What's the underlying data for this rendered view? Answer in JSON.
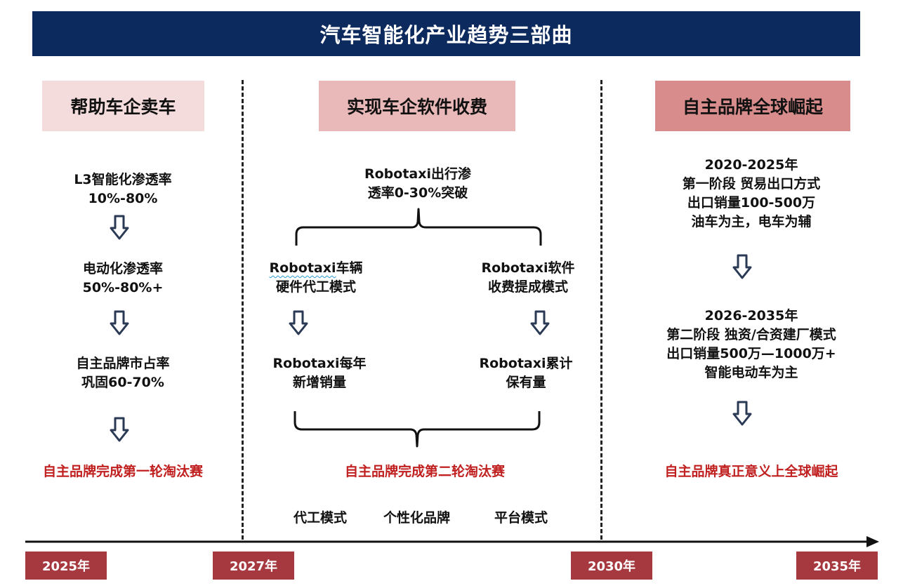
{
  "title": "汽车智能化产业趋势三部曲",
  "colors": {
    "title_bg": "#0d2a5e",
    "stage1_bg": "#f4dcdc",
    "stage2_bg": "#e9b8b8",
    "stage3_bg": "#d98c8c",
    "highlight_red": "#c0201f",
    "year_bg": "#a6393f"
  },
  "stage1": {
    "header": "帮助车企卖车",
    "step1_line1": "L3智能化渗透率",
    "step1_line2": "10%-80%",
    "step2_line1": "电动化渗透率",
    "step2_line2": "50%-80%+",
    "step3_line1": "自主品牌市占率",
    "step3_line2": "巩固60-70%",
    "conclusion": "自主品牌完成第一轮淘汰赛"
  },
  "stage2": {
    "header": "实现车企软件收费",
    "top_line1": "Robotaxi出行渗",
    "top_line2": "透率0-30%突破",
    "left_prefix": "Robotaxi",
    "left_line1_rest": "车辆",
    "left_line2": "硬件代工模式",
    "right_line1": "Robotaxi软件",
    "right_line2": "收费提成模式",
    "left_result_line1": "Robotaxi每年",
    "left_result_line2": "新增销量",
    "right_result_line1": "Robotaxi累计",
    "right_result_line2": "保有量",
    "conclusion": "自主品牌完成第二轮淘汰赛",
    "modes": [
      "代工模式",
      "个性化品牌",
      "平台模式"
    ]
  },
  "stage3": {
    "header": "自主品牌全球崛起",
    "phase1_line1": "2020-2025年",
    "phase1_line2": "第一阶段 贸易出口方式",
    "phase1_line3": "出口销量100-500万",
    "phase1_line4": "油车为主，电车为辅",
    "phase2_line1": "2026-2035年",
    "phase2_line2": "第二阶段  独资/合资建厂模式",
    "phase2_line3": "出口销量500万—1000万+",
    "phase2_line4": "智能电动车为主",
    "conclusion": "自主品牌真正意义上全球崛起"
  },
  "timeline": {
    "years": [
      "2025年",
      "2027年",
      "2030年",
      "2035年"
    ]
  },
  "icons": {
    "down_arrow": "hollow-down-arrow-icon",
    "brace": "curly-brace-icon",
    "timeline_arrow": "timeline-arrow-icon"
  }
}
